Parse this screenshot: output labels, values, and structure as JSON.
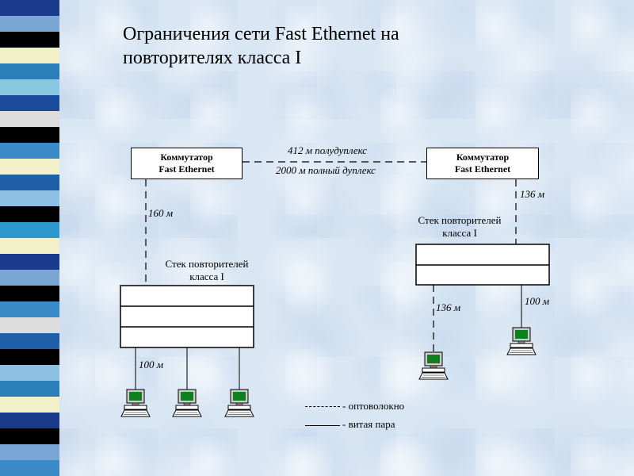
{
  "title": {
    "line1": "Ограничения сети Fast Ethernet на",
    "line2": "повторителях класса I"
  },
  "switches": [
    {
      "line1": "Коммутатор",
      "line2": "Fast Ethernet"
    },
    {
      "line1": "Коммутатор",
      "line2": "Fast Ethernet"
    }
  ],
  "link_labels": {
    "half_duplex": "412 м  полудуплекс",
    "full_duplex": "2000 м  полный дуплекс",
    "left_switch_to_stack": "160 м",
    "right_switch_to_stack": "136 м",
    "left_stack_to_pc": "100 м",
    "right_stack_fiber": "136 м",
    "right_stack_copper": "100 м"
  },
  "stacks": [
    {
      "line1": "Стек повторителей",
      "line2": "класса I"
    },
    {
      "line1": "Стек повторителей",
      "line2": "класса I"
    }
  ],
  "legend": {
    "fiber": "- оптоволокно",
    "twisted_pair": "- витая пара"
  },
  "colors": {
    "background": "#d9e6f3",
    "monitor_screen": "#0f7f1f",
    "line": "#000000"
  },
  "strip_colors": [
    "#1a3a8c",
    "#7aa6d6",
    "#000000",
    "#f2f0c8",
    "#2a7fb8",
    "#88c8e0",
    "#1c4c9c",
    "#dcdcdc",
    "#000000",
    "#3a8ac8",
    "#f2f0c8",
    "#1e5fa8",
    "#8ec0e4",
    "#000000",
    "#2c9ad0",
    "#f2f0c8",
    "#1a3a8c",
    "#7aa6d6",
    "#000000",
    "#3a8ac8",
    "#dcdcdc",
    "#1e5fa8",
    "#000000",
    "#8ec0e4",
    "#2a7fb8",
    "#f2f0c8",
    "#1a3a8c",
    "#000000",
    "#7aa6d6",
    "#3a8ac8"
  ]
}
